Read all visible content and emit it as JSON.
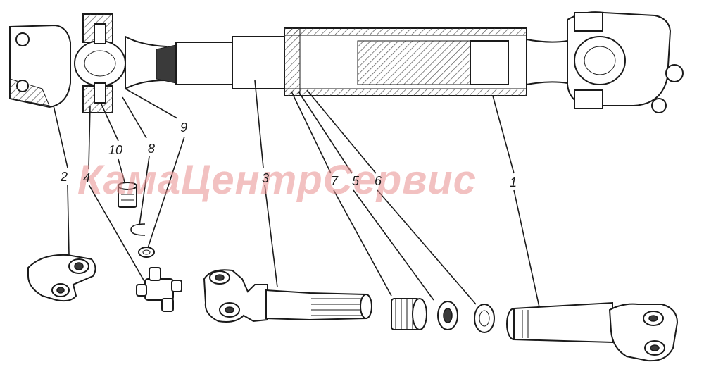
{
  "watermark": "КамаЦентрСервис",
  "callouts": {
    "c1": "1",
    "c2": "2",
    "c3": "3",
    "c4": "4",
    "c5": "5",
    "c6": "6",
    "c7": "7",
    "c8": "8",
    "c9": "9",
    "c10": "10"
  },
  "colors": {
    "line": "#1a1a1a",
    "watermark": "#e89090",
    "hatch": "#555555"
  }
}
